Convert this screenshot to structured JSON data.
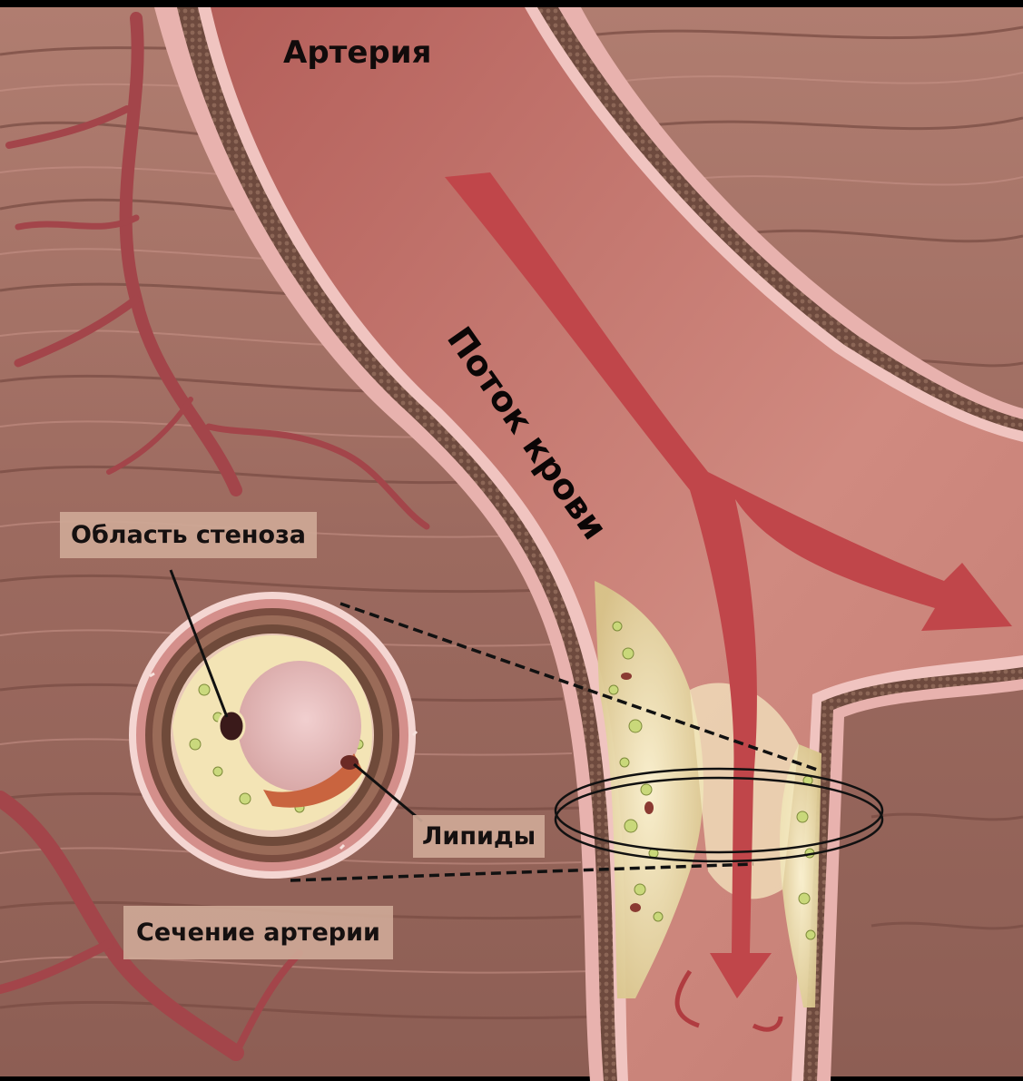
{
  "labels": {
    "artery": "Артерия",
    "blood_flow": "Поток крови",
    "stenosis_area": "Область стеноза",
    "lipids": "Липиды",
    "artery_section": "Сечение артерии"
  },
  "colors": {
    "muscle": "#a9746a",
    "artery_lumen": "#c4736a",
    "artery_wall": "#e3a3a3",
    "plaque": "#f1e6b0",
    "flow_arrow": "#c0464a",
    "label_box": "#cea896"
  }
}
